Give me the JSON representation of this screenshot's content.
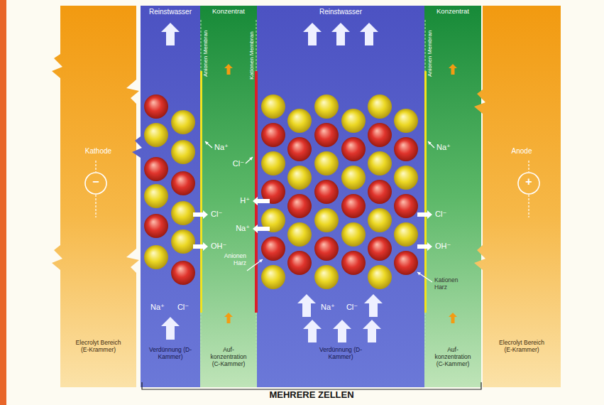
{
  "diagram": {
    "nodes": [
      {
        "text": [
          "Kathode",
          "Elecrolyt Bereich (E-Krammer)"
        ]
      },
      {
        "text": [
          "Reinstwasser",
          "Verdünnung (D-Kammer)"
        ]
      },
      {
        "text": [
          "Konzentrat",
          "Auf- konzentration (C-Kammer)"
        ]
      },
      {
        "text": [
          "Reinstwasser",
          "Verdünnung (D-Kammer)"
        ]
      },
      {
        "text": [
          "Konzentrat",
          "Auf- konzentration (C-Kammer)"
        ]
      },
      {
        "text": [
          "Anode",
          "Elecrolyt Bereich (E-Krammer)"
        ]
      }
    ],
    "labels": [
      "Anionen Membran",
      "Kationen Membran",
      "Anionen Membran",
      "−",
      "Na⁺",
      "Cl⁻",
      "H⁺",
      "Na⁺",
      "Cl⁻",
      "OH⁻",
      "Anionen Harz",
      "Na⁺",
      "Cl⁻",
      "OH⁻",
      "Kationen Harz",
      "+",
      "Na⁺",
      "Cl⁻",
      "Na⁺",
      "Cl⁻",
      "MEHRERE ZELLEN"
    ]
  }
}
